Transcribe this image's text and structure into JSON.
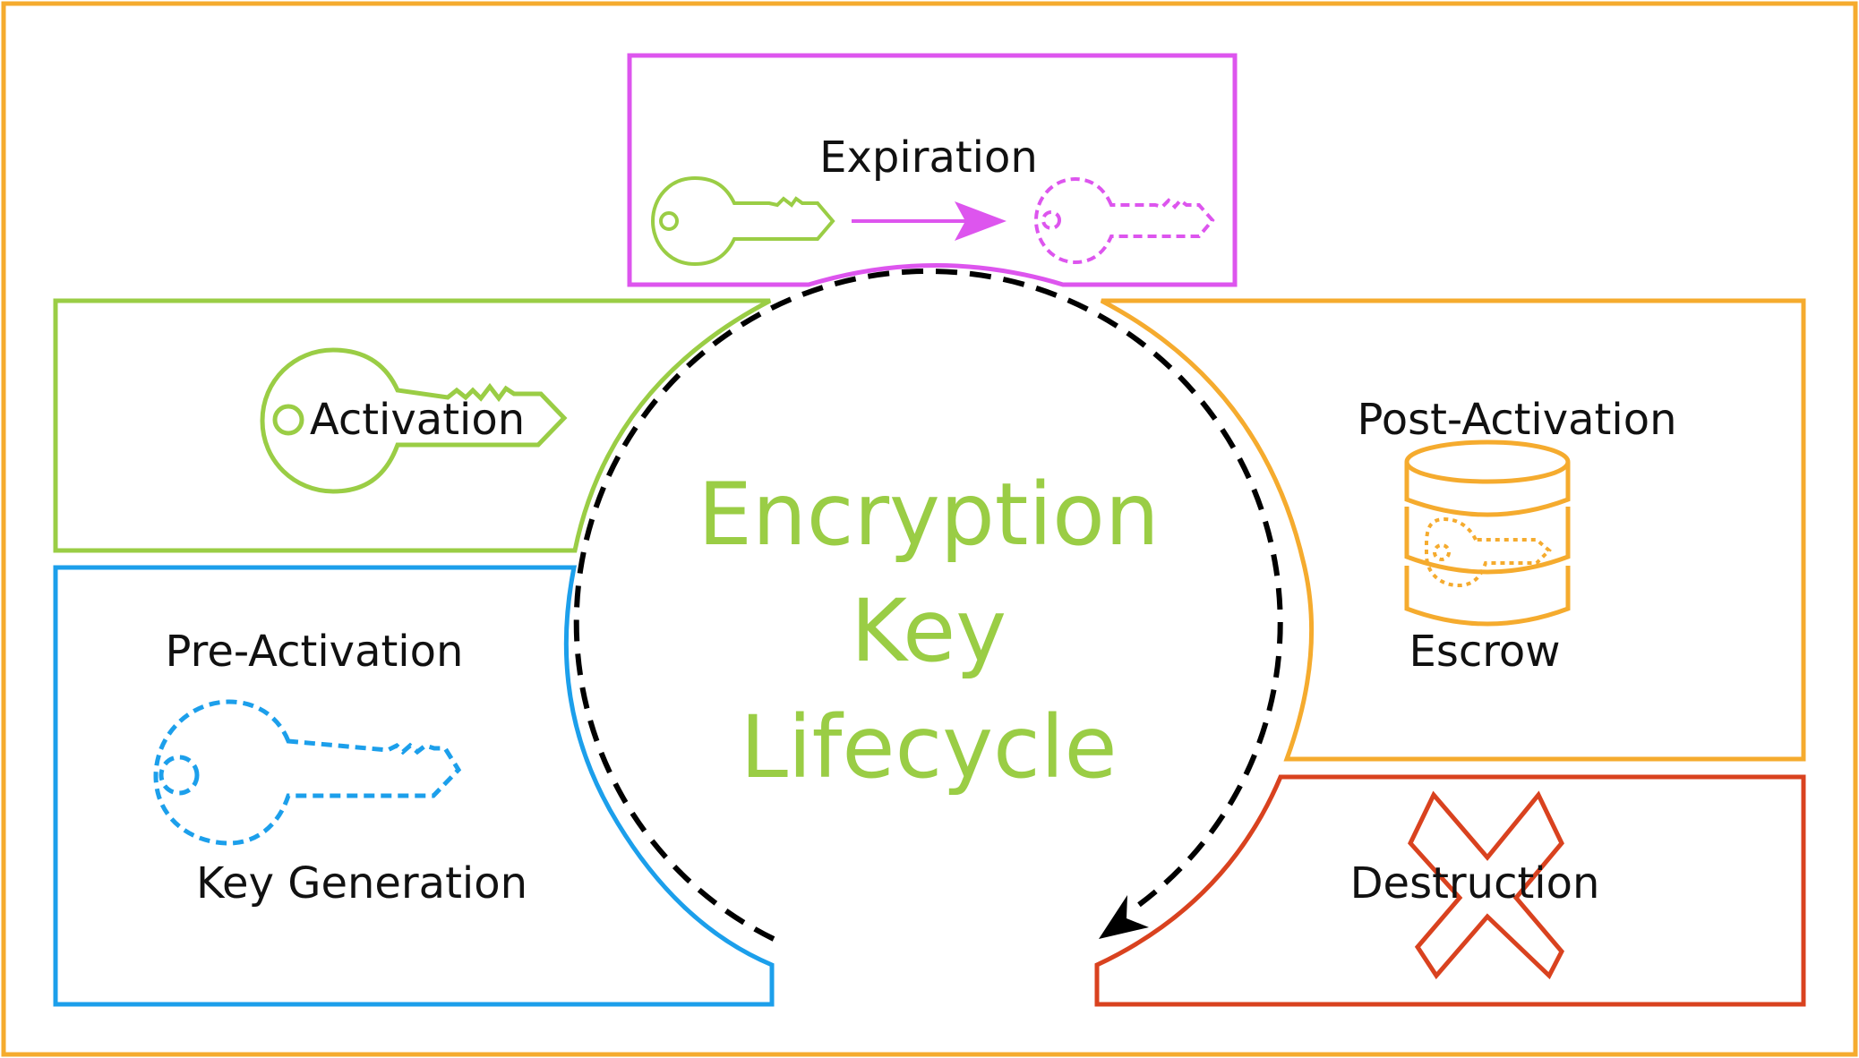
{
  "title": {
    "lines": [
      "Encryption",
      "Key",
      "Lifecycle"
    ],
    "color": "#9ACD45"
  },
  "stages": {
    "expiration": {
      "label": "Expiration",
      "color": "#DD55EE"
    },
    "activation": {
      "label": "Activation",
      "color": "#9ACD45"
    },
    "post_activation": {
      "label": "Post-Activation",
      "sublabel": "Escrow",
      "color": "#F5AB2E"
    },
    "pre_activation": {
      "label": "Pre-Activation",
      "sublabel": "Key Generation",
      "color": "#1C9FEB"
    },
    "destruction": {
      "label": "Destruction",
      "color": "#D9421F"
    }
  },
  "frame_color": "#F5AB2E",
  "cycle_arrow_color": "#000000",
  "icons": {
    "expiration_from": "key-icon",
    "expiration_arrow": "arrow-right-icon",
    "expiration_to": "dashed-key-icon",
    "activation": "key-icon",
    "post_activation": "database-key-icon",
    "pre_activation": "dashed-key-icon",
    "destruction": "x-mark-icon"
  }
}
